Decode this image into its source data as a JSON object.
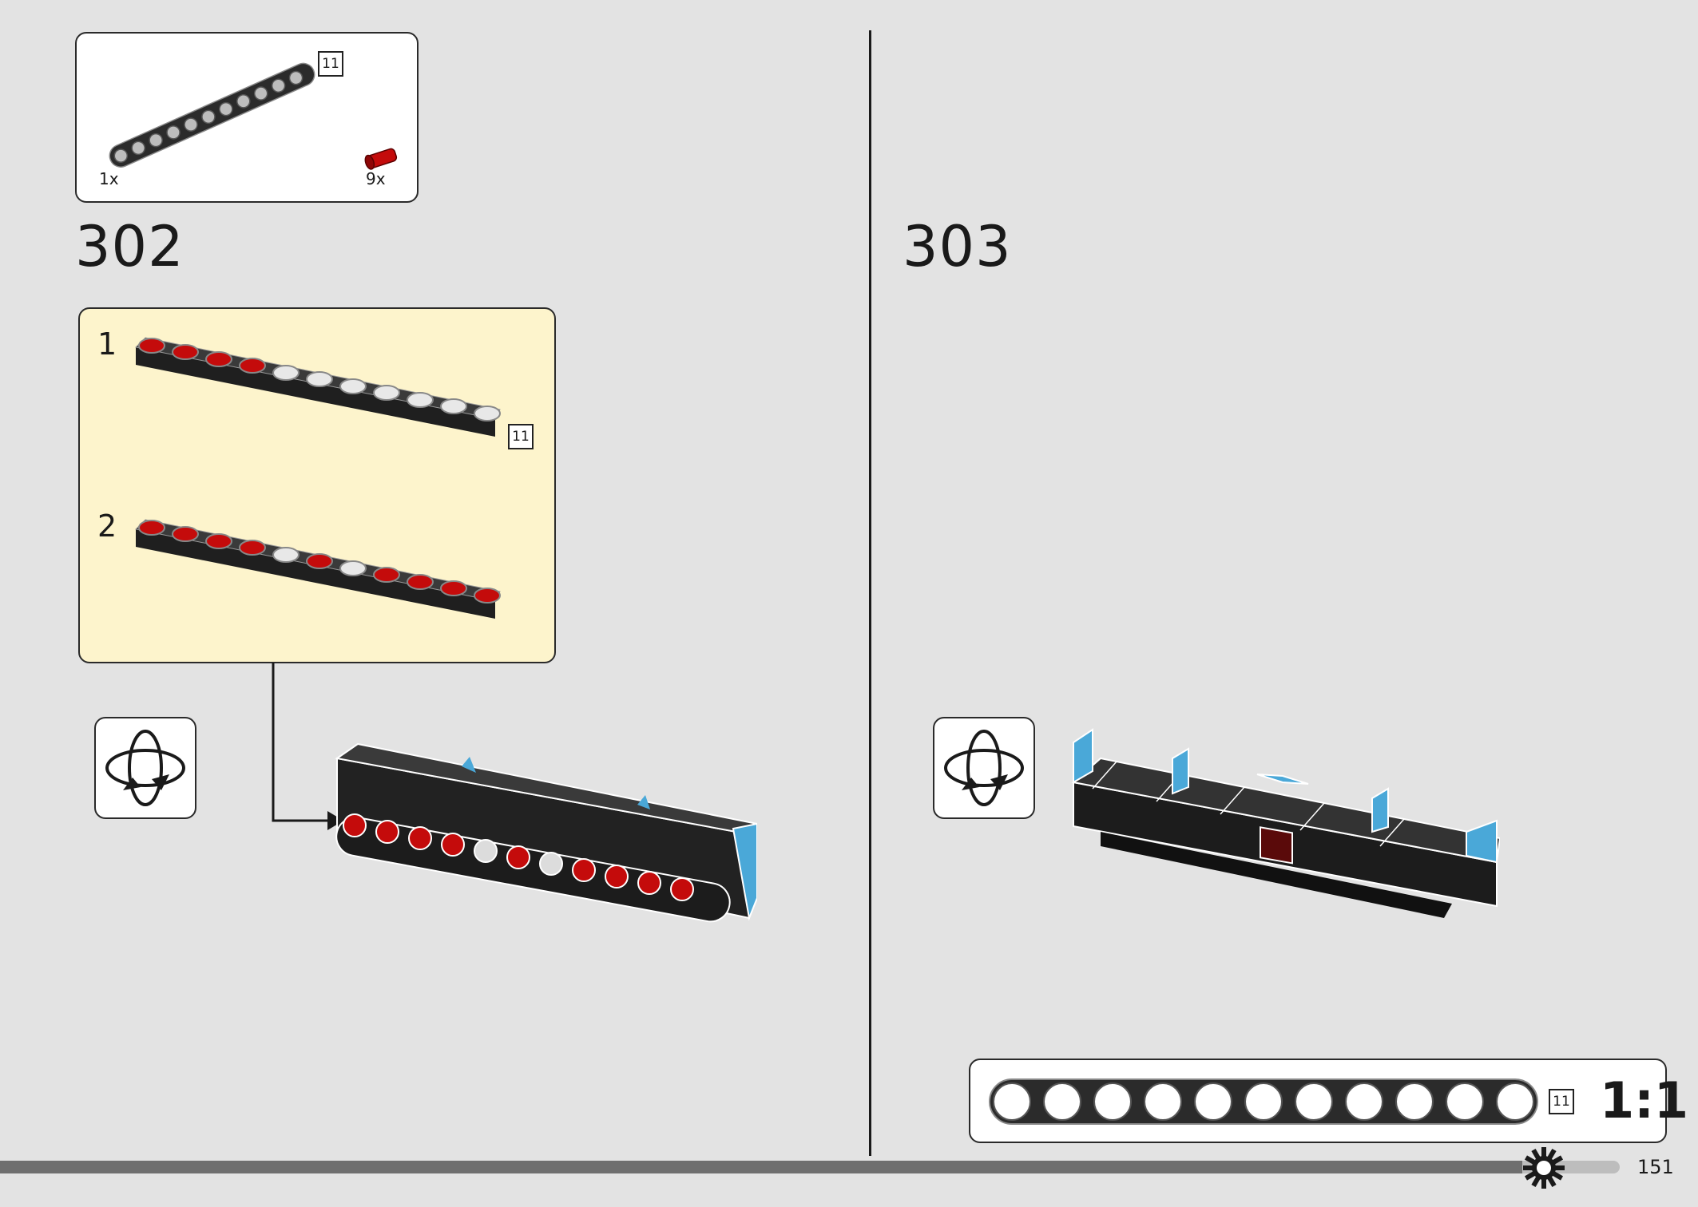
{
  "parts": {
    "beam_qty": "1x",
    "pin_qty": "9x",
    "beam_length": "11"
  },
  "step_left": {
    "number": "302",
    "sub_step_1": "1",
    "sub_step_2": "2",
    "beam_length": "11"
  },
  "step_right": {
    "number": "303"
  },
  "scale": {
    "label": "1:1",
    "beam_length": "11"
  },
  "footer": {
    "page_number": "151",
    "progress": 0.94
  },
  "colors": {
    "page_bg": "#e3e3e3",
    "submodel_bg": "#fdf4cc",
    "beam_black": "#2b2b2b",
    "pin_red": "#c40b0b",
    "accent_blue": "#4aa8d8"
  }
}
